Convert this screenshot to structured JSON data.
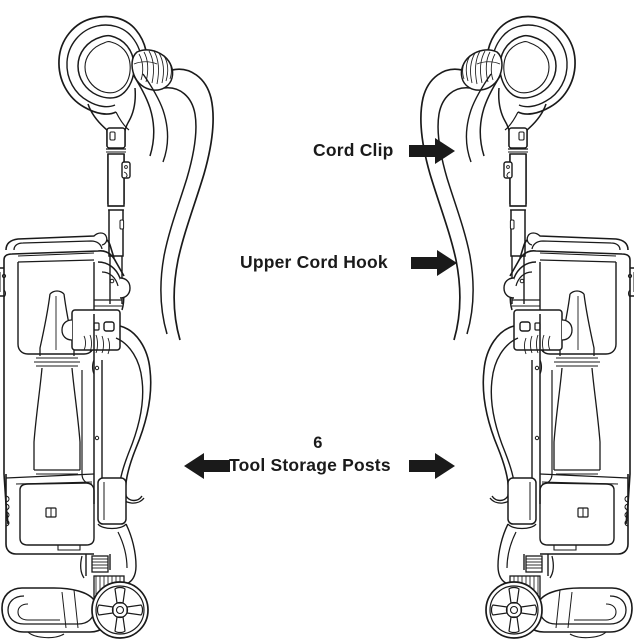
{
  "figure": {
    "type": "line-art-technical-illustration",
    "subject": "upright vacuum cleaner",
    "view_count": 2,
    "view_left_label": "left side view",
    "view_right_label": "right side view (mirrored)",
    "background_color": "#ffffff",
    "line_color": "#1a1a1a",
    "alt_text": "Two mirrored line drawings of an upright vacuum cleaner with labeled cord and tool storage features."
  },
  "callouts": [
    {
      "id": "cord-clip",
      "label": "Cord Clip",
      "arrows": [
        "right"
      ],
      "text_color": "#1a1a1a"
    },
    {
      "id": "upper-cord-hook",
      "label": "Upper Cord Hook",
      "arrows": [
        "right"
      ],
      "text_color": "#1a1a1a"
    },
    {
      "id": "tool-storage-posts",
      "count": "6",
      "label": "Tool Storage Posts",
      "arrows": [
        "left",
        "right"
      ],
      "text_color": "#1a1a1a"
    }
  ],
  "arrow_style": {
    "fill": "#1a1a1a",
    "shape": "block-arrow"
  }
}
